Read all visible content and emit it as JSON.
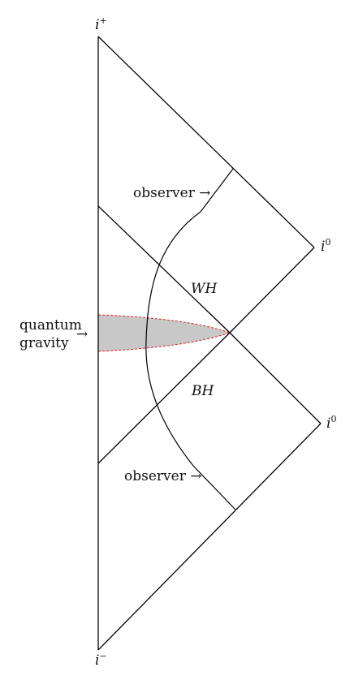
{
  "labels": {
    "i_plus": "i",
    "i_plus_sup": "+",
    "i_minus": "i",
    "i_minus_sup": "−",
    "i_zero_upper": "i",
    "i_zero_upper_sup": "0",
    "i_zero_lower": "i",
    "i_zero_lower_sup": "0",
    "white_hole": "WH",
    "black_hole": "BH",
    "observer_upper": "observer →",
    "observer_lower": "observer →",
    "quantum_gravity_line1": "quantum",
    "quantum_gravity_line2": "gravity",
    "quantum_gravity_arrow": "→"
  },
  "colors": {
    "lines": "#000000",
    "quantum_region_fill": "#c8c8c8",
    "quantum_region_border": "#e02020"
  }
}
